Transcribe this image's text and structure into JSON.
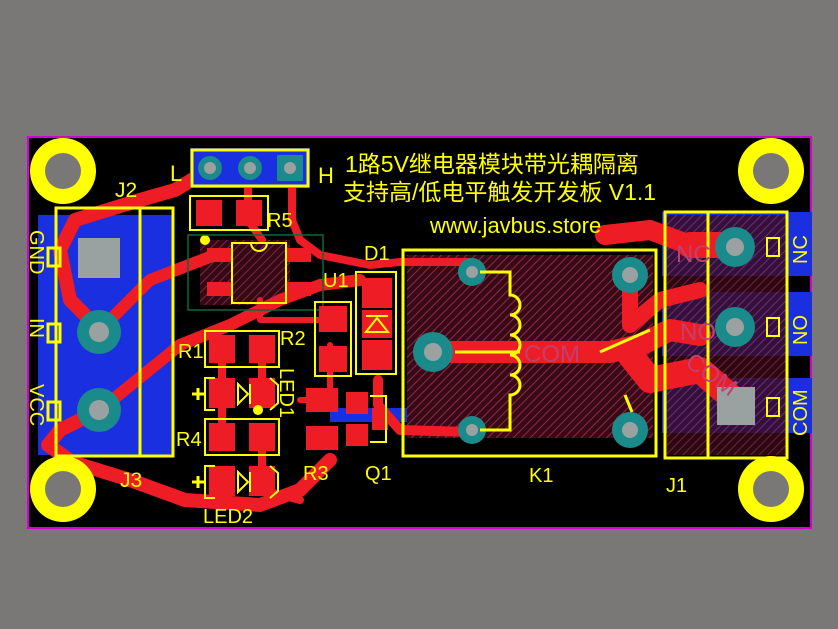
{
  "title": {
    "line1": "1路5V继电器模块带光耦隔离",
    "line2": "支持高/低电平触发开发板 V1.1",
    "url": "www.javbus.store"
  },
  "refs": {
    "j1": "J1",
    "j2": "J2",
    "j3": "J3",
    "k1": "K1",
    "d1": "D1",
    "u1": "U1",
    "q1": "Q1",
    "r1": "R1",
    "r2": "R2",
    "r3": "R3",
    "r4": "R4",
    "r5": "R5",
    "led1": "LED1",
    "led2": "LED2"
  },
  "jumper": {
    "low": "L",
    "high": "H"
  },
  "input_pins": {
    "gnd": "GND",
    "in": "IN",
    "vcc": "VCC"
  },
  "output_pins": {
    "nc": "NC",
    "no": "NO",
    "com": "COM"
  },
  "relay": {
    "com": "COM",
    "nc": "NC",
    "no": "NO",
    "com_rot": "COM"
  },
  "colors": {
    "background": "#7a7777",
    "board": "#000000",
    "top_copper": "#ee1c24",
    "bottom_copper": "#1a2fe0",
    "silkscreen": "#ffff00",
    "pad": "#9aa1a1",
    "outline": "#d200d2"
  }
}
